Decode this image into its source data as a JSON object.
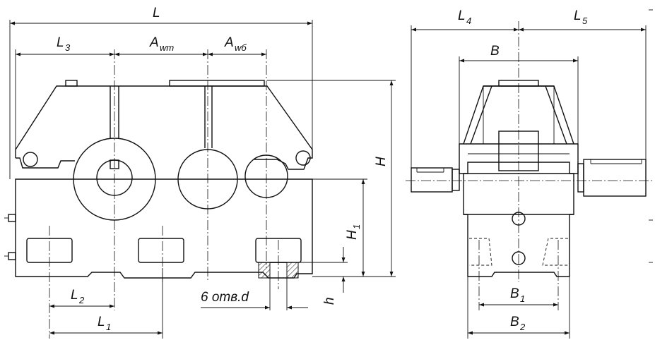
{
  "front_view": {
    "dimensions": {
      "L": "L",
      "L1": "L",
      "L1_sub": "1",
      "L2": "L",
      "L2_sub": "2",
      "L3": "L",
      "L3_sub": "3",
      "Awt": "A",
      "Awt_sub": "wт",
      "Awb": "A",
      "Awb_sub": "wб",
      "H": "H",
      "H1": "H",
      "H1_sub": "1",
      "h": "h",
      "holes": "6 отв.d"
    }
  },
  "side_view": {
    "dimensions": {
      "L4": "L",
      "L4_sub": "4",
      "L5": "L",
      "L5_sub": "5",
      "B": "B",
      "B1": "B",
      "B1_sub": "1",
      "B2": "B",
      "B2_sub": "2"
    }
  }
}
